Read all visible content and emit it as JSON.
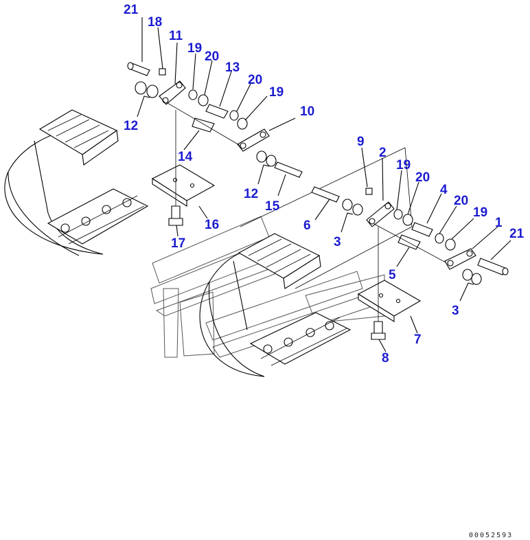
{
  "diagram": {
    "callouts": [
      {
        "id": "c21a",
        "text": "21"
      },
      {
        "id": "c18",
        "text": "18"
      },
      {
        "id": "c11",
        "text": "11"
      },
      {
        "id": "c19a",
        "text": "19"
      },
      {
        "id": "c20a",
        "text": "20"
      },
      {
        "id": "c13",
        "text": "13"
      },
      {
        "id": "c20b",
        "text": "20"
      },
      {
        "id": "c19b",
        "text": "19"
      },
      {
        "id": "c10",
        "text": "10"
      },
      {
        "id": "c12a",
        "text": "12"
      },
      {
        "id": "c14",
        "text": "14"
      },
      {
        "id": "c12b",
        "text": "12"
      },
      {
        "id": "c15",
        "text": "15"
      },
      {
        "id": "c16",
        "text": "16"
      },
      {
        "id": "c17",
        "text": "17"
      },
      {
        "id": "c9",
        "text": "9"
      },
      {
        "id": "c2",
        "text": "2"
      },
      {
        "id": "c19c",
        "text": "19"
      },
      {
        "id": "c20c",
        "text": "20"
      },
      {
        "id": "c4",
        "text": "4"
      },
      {
        "id": "c20d",
        "text": "20"
      },
      {
        "id": "c19d",
        "text": "19"
      },
      {
        "id": "c1",
        "text": "1"
      },
      {
        "id": "c21b",
        "text": "21"
      },
      {
        "id": "c6",
        "text": "6"
      },
      {
        "id": "c3a",
        "text": "3"
      },
      {
        "id": "c5",
        "text": "5"
      },
      {
        "id": "c3b",
        "text": "3"
      },
      {
        "id": "c7",
        "text": "7"
      },
      {
        "id": "c8",
        "text": "8"
      }
    ],
    "drawing_code": "00052593",
    "colors": {
      "callout": "#1b1bd0",
      "line": "#000000",
      "watermark": "#555555"
    }
  }
}
